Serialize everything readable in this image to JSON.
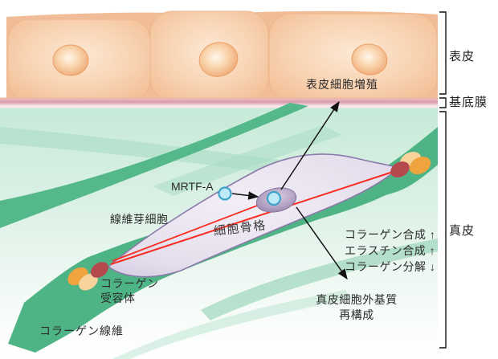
{
  "figure": {
    "type": "skin-cross-section-diagram",
    "labels": {
      "epidermis": "表皮",
      "basement_membrane": "基底膜",
      "dermis": "真皮",
      "epidermal_cell_proliferation": "表皮細胞増殖",
      "mrtf_a": "MRTF-A",
      "fibroblast": "線維芽細胞",
      "cytoskeleton": "細胞骨格",
      "collagen_receptor_line1": "コラーゲン",
      "collagen_receptor_line2": "受容体",
      "collagen_fiber": "コラーゲン線維",
      "effect_collagen_synthesis": "コラーゲン合成 ↑",
      "effect_elastin_synthesis": "エラスチン合成 ↑",
      "effect_collagen_degradation": "コラーゲン分解 ↓",
      "ecm_line1": "真皮細胞外基質",
      "ecm_line2": "再構成"
    },
    "colors": {
      "epidermis_cell": "#f6c9a2",
      "epidermis_background": "#f0bd98",
      "basement_membrane": "#dca4b2",
      "dermis_background": "#cdecdd",
      "collagen_band": "#52b787",
      "collagen_band_light": "#a8dcc4",
      "fibroblast_body": "#e7e1ee",
      "fibroblast_outline": "#8b79a9",
      "fibroblast_nucleus": "#9d88af",
      "mrtf_a_molecule": "#bee9f7",
      "mrtf_a_molecule_border": "#3fa3c9",
      "stress_fiber": "#f82c20",
      "receptor_orange": "#f0a43e",
      "receptor_peach": "#f8d49c",
      "receptor_red": "#b5494e",
      "text": "#2b2b2b"
    }
  }
}
